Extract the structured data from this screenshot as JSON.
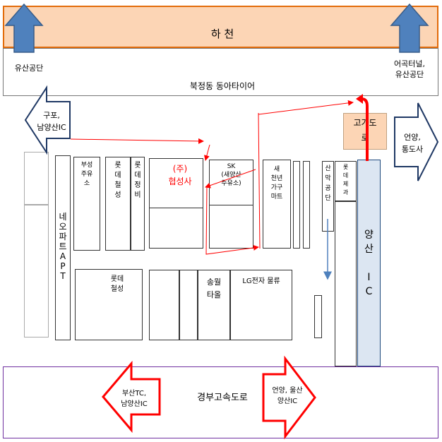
{
  "labels": {
    "river": "하 천",
    "yusan_left": "유산공단",
    "eogok_right": "어곡터널,\n유산공단",
    "bukjeong": "북정동 동아타이어",
    "gupo": "구포,\n남양산IC",
    "eonyang_tongdo": "언양,\n통도사",
    "elevated": "고가도\n로",
    "hyupsung": "(주)\n협성사",
    "busung": "부성\n주유\n소",
    "lotte_chulsung_top": "롯\n데\n철\n성",
    "lotte_jungbi": "롯\n데\n정\n비",
    "sk": "SK\n(새양산\n주유소)",
    "furniture": "새\n천년\n가구\n마트",
    "sanmak": "산\n막\n공\n단",
    "lotte_jegwa": "롯\n데\n제\n과",
    "yangsan_ic": "양\n산\n\nI\nC",
    "neo_apt": "네\n오\n파\n트\nA\nP\nT",
    "lotte_chulsung_bottom": "롯데\n철성",
    "songwol": "송월\n타올",
    "lg": "LG전자 물류",
    "expressway": "경부고속도로",
    "busan_tc": "부산TC,\n남양산IC",
    "eonyang_ulsan": "언양, 울산\n양산IC"
  },
  "colors": {
    "river_fill": "#fcd5b5",
    "river_border": "#e26b0a",
    "blue_arrow": "#4f81bd",
    "blue_arrow_border": "#385d8a",
    "navy_arrow_border": "#1f3864",
    "red": "#ff0000",
    "elevated_fill": "#fcd5b5",
    "ic_fill": "#dce6f2",
    "ic_border": "#1f497d",
    "expressway_border": "#7030a0"
  }
}
